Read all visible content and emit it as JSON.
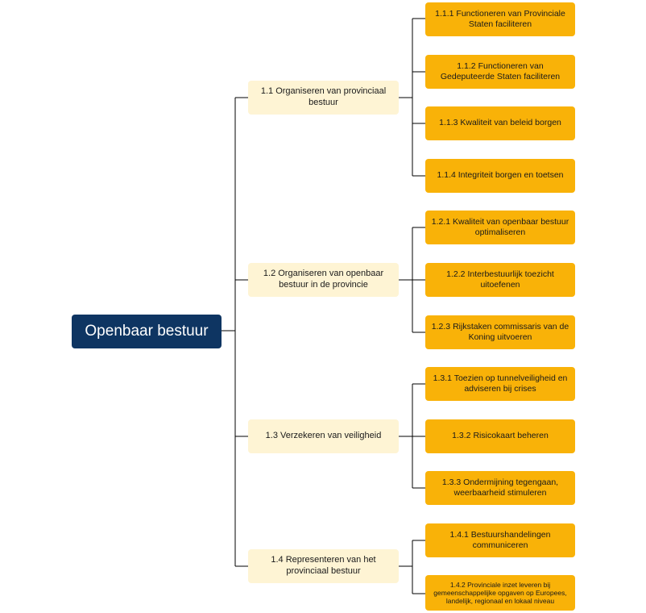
{
  "root": {
    "label": "Openbaar bestuur"
  },
  "groups": [
    {
      "label": "1.1 Organiseren van provinciaal bestuur",
      "items": [
        "1.1.1 Functioneren van Provinciale Staten faciliteren",
        "1.1.2 Functioneren van Gedeputeerde Staten faciliteren",
        "1.1.3 Kwaliteit van beleid borgen",
        "1.1.4 Integriteit borgen en toetsen"
      ]
    },
    {
      "label": "1.2 Organiseren van openbaar bestuur in de provincie",
      "items": [
        "1.2.1 Kwaliteit van openbaar bestuur optimaliseren",
        "1.2.2 Interbestuurlijk toezicht uitoefenen",
        "1.2.3 Rijkstaken commissaris van de Koning uitvoeren"
      ]
    },
    {
      "label": "1.3 Verzekeren van veiligheid",
      "items": [
        "1.3.1 Toezien op tunnelveiligheid en adviseren bij crises",
        "1.3.2 Risicokaart beheren",
        "1.3.3 Ondermijning tegengaan, weerbaarheid stimuleren"
      ]
    },
    {
      "label": "1.4 Representeren van het provinciaal bestuur",
      "items": [
        "1.4.1 Bestuurshandelingen communiceren",
        "1.4.2 Provinciale inzet leveren bij gemeenschappelijke opgaven op Europees, landelijk, regionaal en lokaal niveau"
      ]
    }
  ],
  "colors": {
    "root_fill": "#0e3562",
    "group_fill": "#fef4d4",
    "item_fill": "#f9b208",
    "connector": "#000000"
  }
}
